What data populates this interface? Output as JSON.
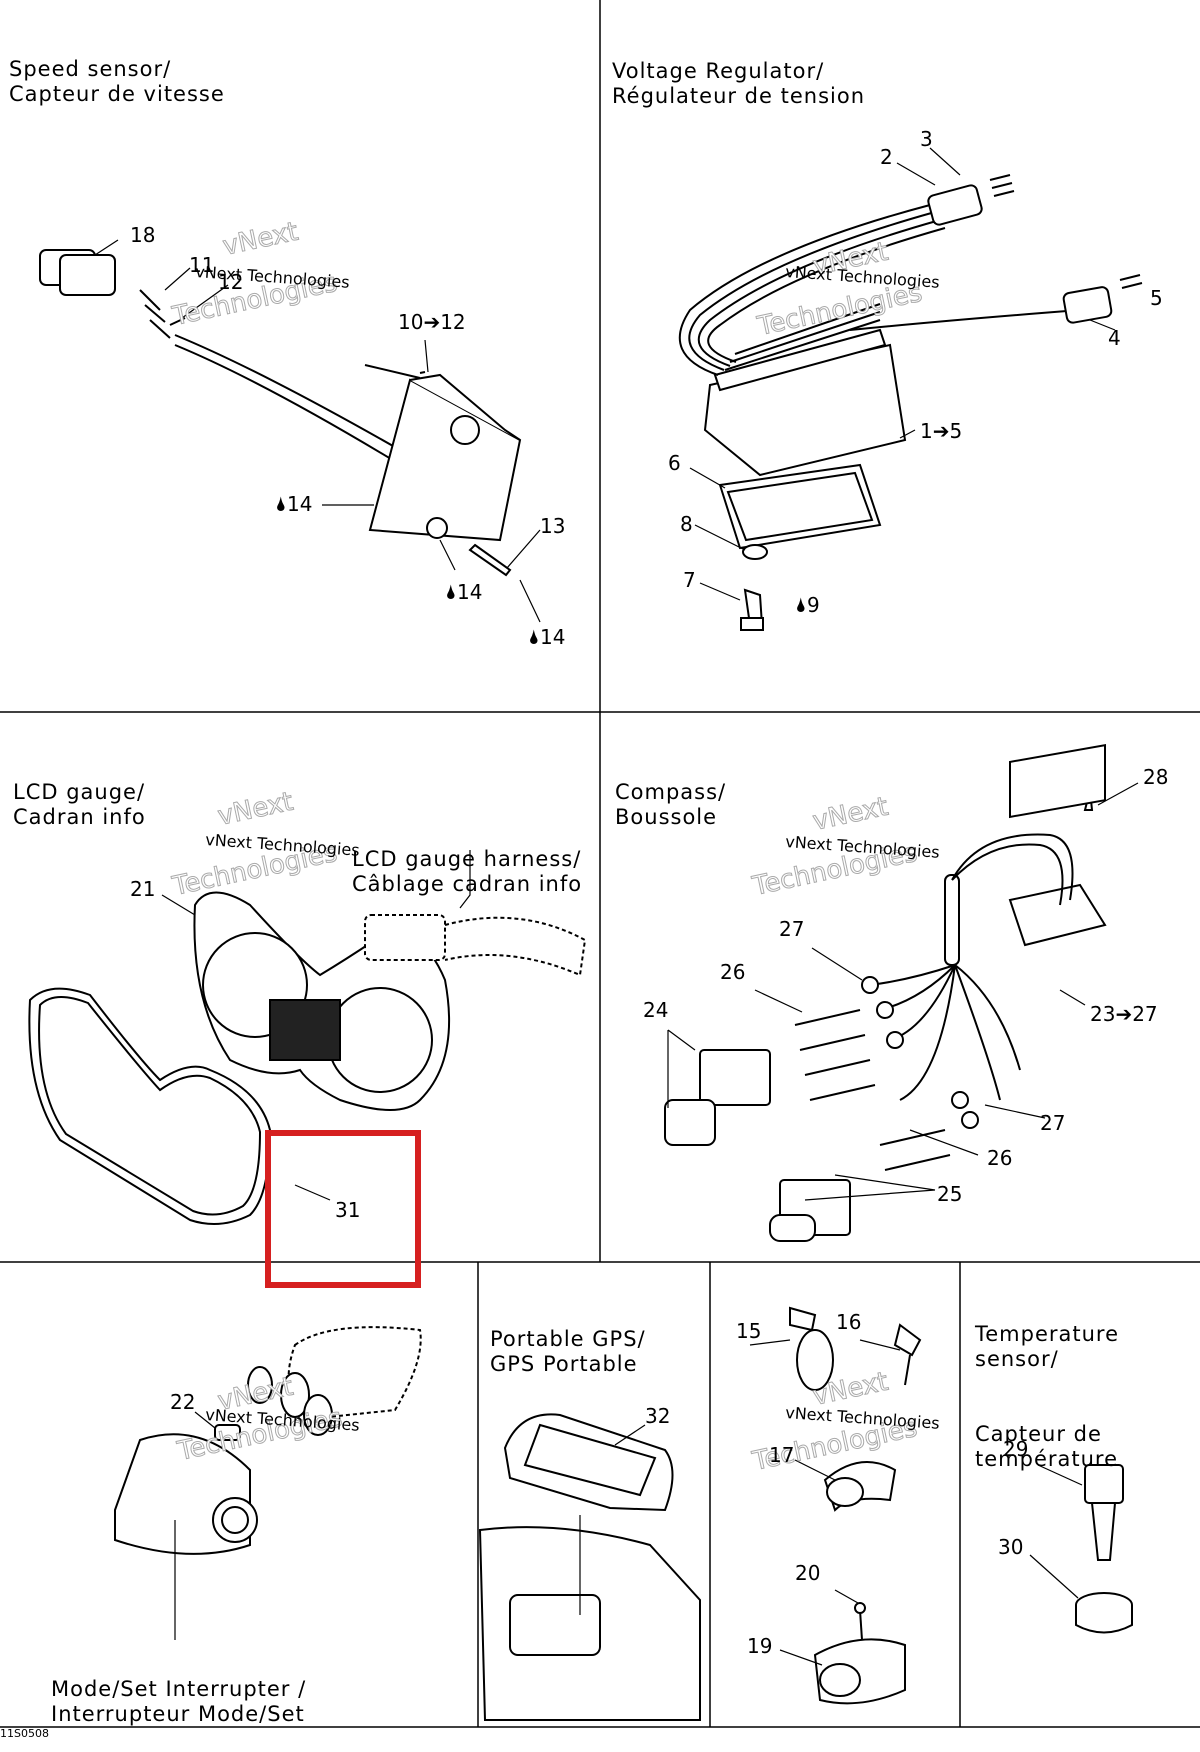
{
  "panels": {
    "speed_sensor": {
      "title_en": "Speed sensor/",
      "title_fr": "Capteur de vitesse"
    },
    "voltage_regulator": {
      "title_en": "Voltage Regulator/",
      "title_fr": "Régulateur de tension"
    },
    "lcd_gauge": {
      "title_en": "LCD gauge/",
      "title_fr": "Cadran info",
      "harness_en": "LCD gauge harness/",
      "harness_fr": "Câblage cadran info"
    },
    "compass": {
      "title_en": "Compass/",
      "title_fr": "Boussole"
    },
    "mode_set": {
      "title_en": "Mode/Set Interrupter /",
      "title_fr": "Interrupteur Mode/Set"
    },
    "portable_gps": {
      "title_en": "Portable GPS/",
      "title_fr": "GPS Portable"
    },
    "temperature": {
      "l1": "Temperature",
      "l2": "sensor/",
      "l3": "Capteur de",
      "l4": "température"
    }
  },
  "labels": {
    "p18": "18",
    "p11": "11",
    "p12": "12",
    "p10_12": "10➔12",
    "p13": "13",
    "p14a": "🌢14",
    "p14b": "🌢14",
    "p14c": "🌢14",
    "p2": "2",
    "p3": "3",
    "p4": "4",
    "p5": "5",
    "p1_5": "1➔5",
    "p6": "6",
    "p7": "7",
    "p8": "8",
    "p9": "🌢9",
    "p21": "21",
    "p31": "31",
    "p28": "28",
    "p27a": "27",
    "p26a": "26",
    "p24": "24",
    "p23_27": "23➔27",
    "p27b": "27",
    "p26b": "26",
    "p25": "25",
    "p22": "22",
    "p32": "32",
    "p15": "15",
    "p16": "16",
    "p17": "17",
    "p20": "20",
    "p19": "19",
    "p29": "29",
    "p30": "30"
  },
  "watermark": {
    "line1": "vNext",
    "line2": "vNext Technologies",
    "line3": "Technologies"
  },
  "footer": "11S0508",
  "highlight_color": "#d62020"
}
